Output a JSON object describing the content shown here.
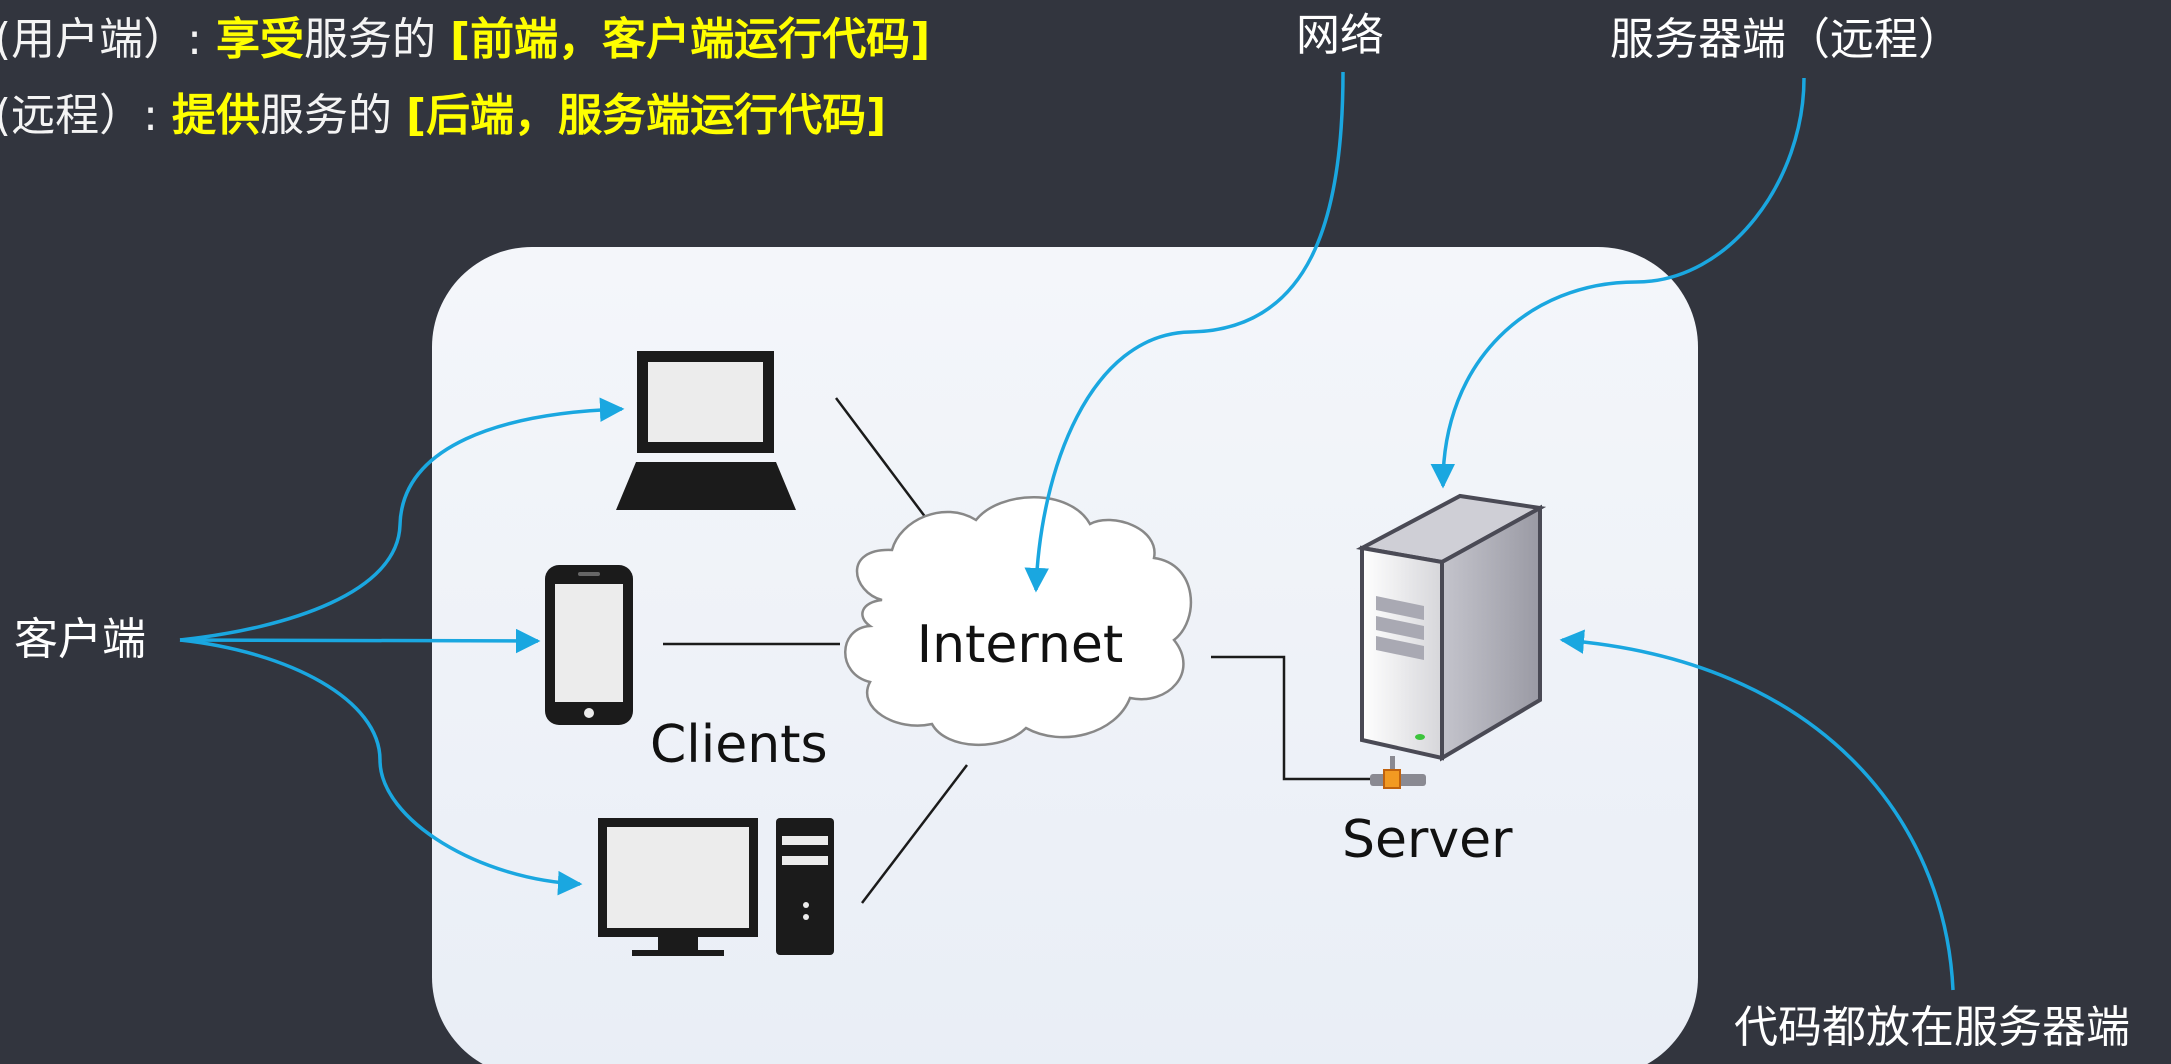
{
  "definitions": {
    "client_line": {
      "prefix": "(用户端）:",
      "hl1": "享受",
      "mid": "服务的",
      "hl2": "[前端，客户端运行代码]"
    },
    "server_line": {
      "prefix": "(远程）:",
      "hl1": "提供",
      "mid": "服务的",
      "hl2": "[后端，服务端运行代码]"
    }
  },
  "annotations": {
    "network": "网络",
    "server_side": "服务器端（远程）",
    "client_side": "客户端",
    "code_on_server": "代码都放在服务器端"
  },
  "diagram": {
    "internet_label": "Internet",
    "clients_label": "Clients",
    "server_label": "Server"
  },
  "colors": {
    "background": "#32353e",
    "panel": "#eef2f8",
    "highlight": "#ffff00",
    "arrow": "#1aa7e0"
  }
}
